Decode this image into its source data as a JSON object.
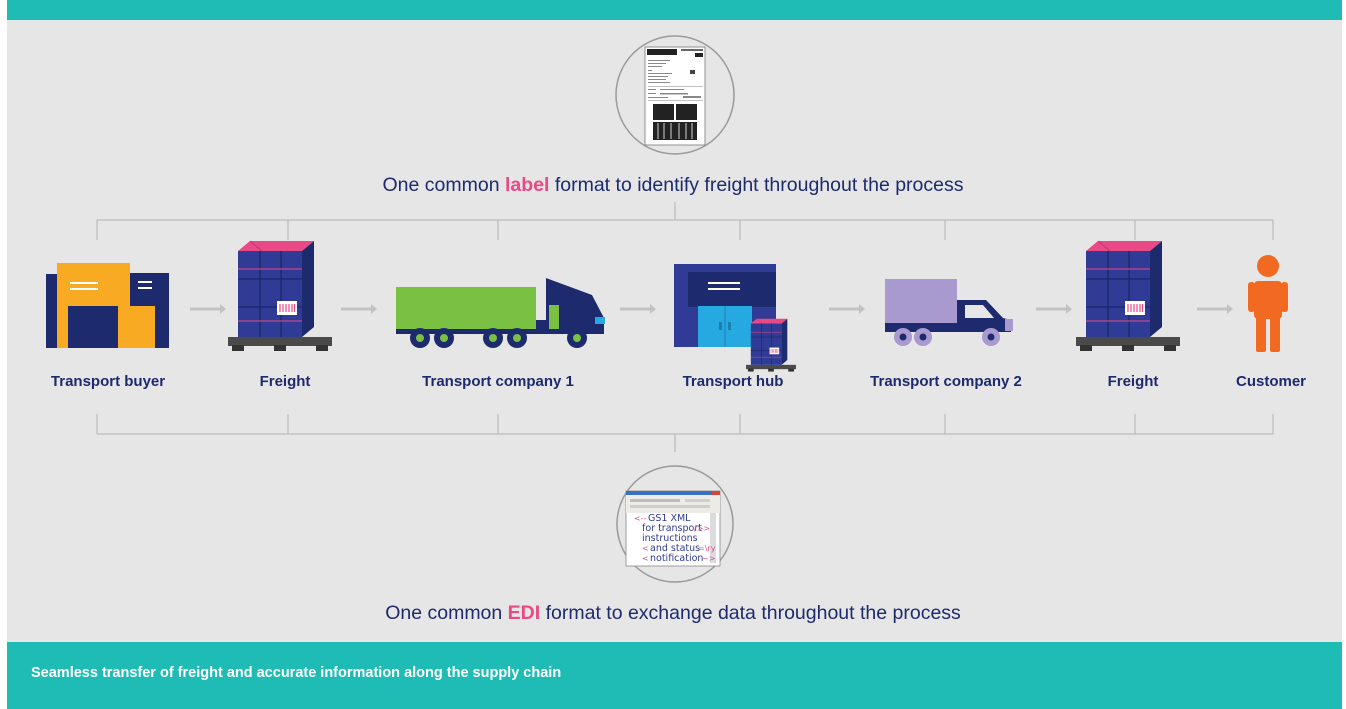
{
  "colors": {
    "teal": "#1fbcb5",
    "panel": "#e6e6e6",
    "navy": "#1d2a6e",
    "highlight": "#e94a86",
    "green": "#7ac143",
    "purple": "#a899cf",
    "orange": "#f26a22",
    "yellow": "#f7aa22",
    "blue": "#26a9e0"
  },
  "label_caption": {
    "before": "One common ",
    "highlight": "label",
    "after": " format to identify freight throughout the process"
  },
  "edi_caption": {
    "before": "One common ",
    "highlight": "EDI",
    "after": " format to exchange data throughout the process"
  },
  "nodes": [
    {
      "label": "Transport buyer",
      "icon": "warehouse-buyer-icon"
    },
    {
      "label": "Freight",
      "icon": "pallet-freight-icon"
    },
    {
      "label": "Transport company 1",
      "icon": "green-truck-icon"
    },
    {
      "label": "Transport hub",
      "icon": "hub-building-icon"
    },
    {
      "label": "Transport company 2",
      "icon": "purple-truck-icon"
    },
    {
      "label": "Freight",
      "icon": "pallet-freight-icon"
    },
    {
      "label": "Customer",
      "icon": "person-icon"
    }
  ],
  "edi_document": {
    "lines": [
      "GS1 XML",
      "for transport",
      "instructions",
      "and status",
      "notification"
    ]
  },
  "footer": {
    "text": "Seamless transfer of freight and accurate information along the supply chain"
  }
}
